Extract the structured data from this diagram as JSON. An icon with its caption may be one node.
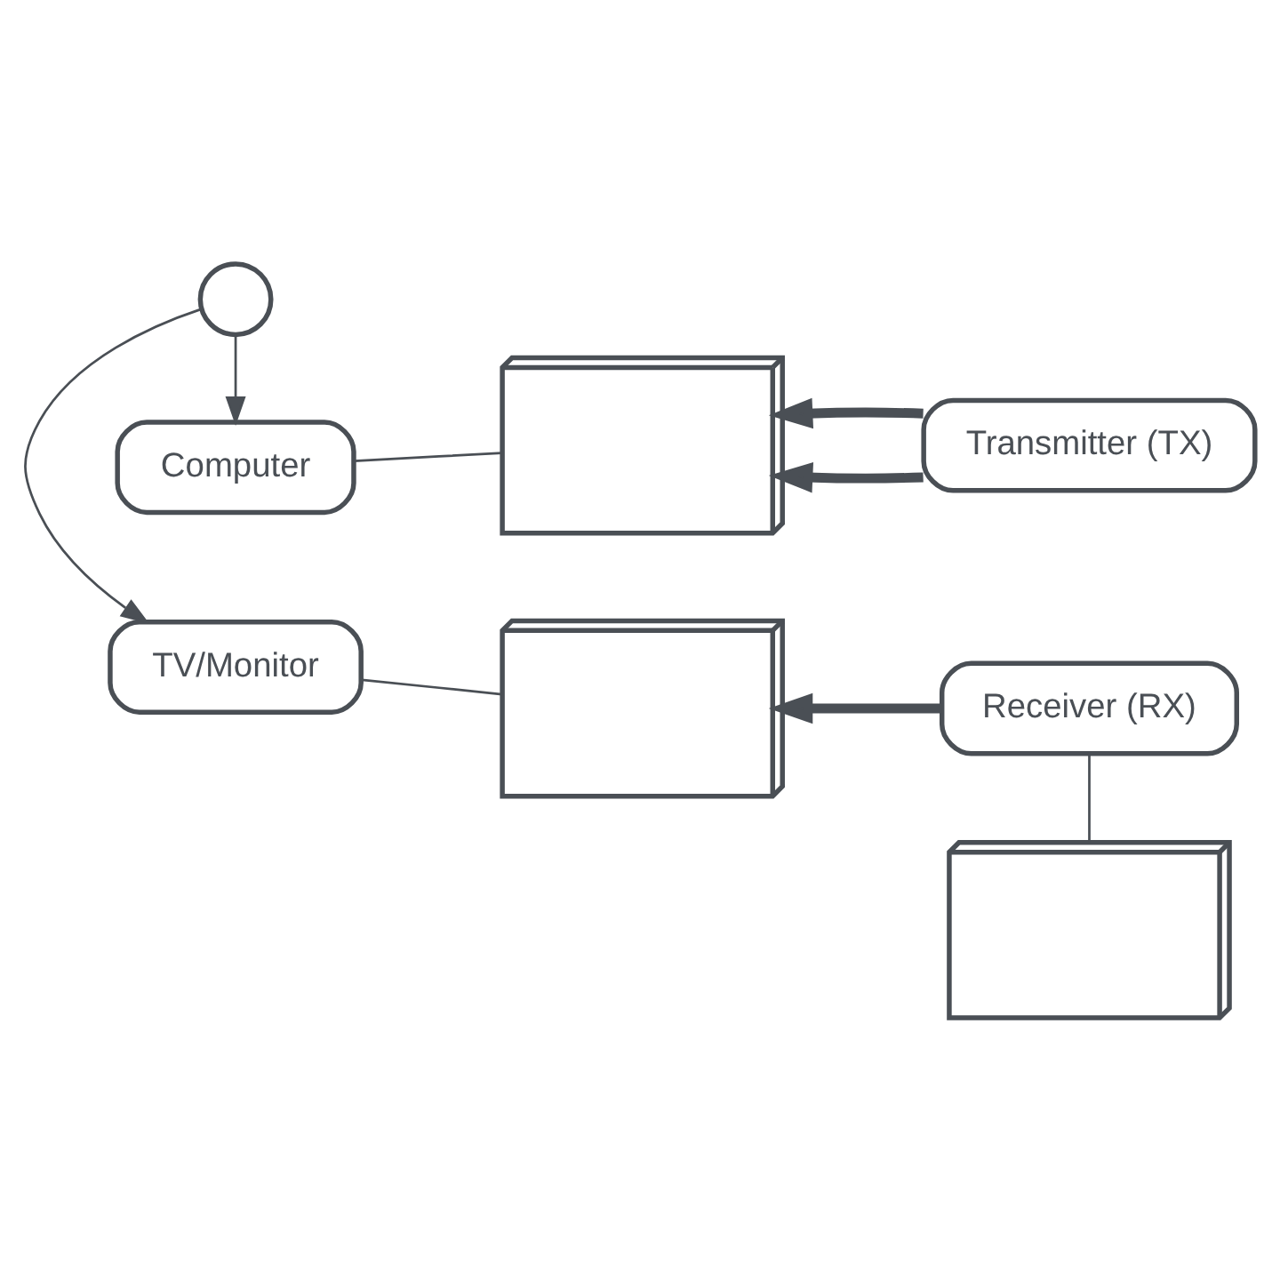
{
  "diagram": {
    "nodes": [
      {
        "text": [
          "TV/Monitor"
        ]
      },
      {
        "text": [],
        "shape": "circle"
      },
      {
        "text": [
          "Computer"
        ]
      },
      {
        "text": [],
        "shape": "picture"
      },
      {
        "text": [],
        "shape": "picture"
      },
      {
        "text": [
          "Receiver (RX)"
        ]
      },
      {
        "text": [],
        "shape": "picture"
      },
      {
        "text": [
          "Transmitter (TX)"
        ]
      }
    ],
    "edges": [
      {
        "from": 1,
        "to": 0,
        "arrow": "to"
      },
      {
        "from": 1,
        "to": 2,
        "arrow": "to"
      },
      {
        "from": 0,
        "to": 3,
        "arrow": "none"
      },
      {
        "from": 2,
        "to": 4,
        "arrow": "none"
      },
      {
        "from": 5,
        "to": 3,
        "arrow": "to",
        "style": "thick"
      },
      {
        "from": 5,
        "to": 6,
        "arrow": "none"
      },
      {
        "from": 7,
        "to": 4,
        "arrow": "to",
        "style": "thick"
      },
      {
        "from": 7,
        "to": 4,
        "arrow": "to",
        "style": "thick"
      }
    ]
  }
}
